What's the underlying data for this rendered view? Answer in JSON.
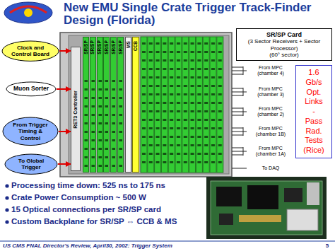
{
  "diagram": {
    "title": "New EMU Single Crate Trigger Track-Finder Design (Florida)",
    "nodes": [
      {
        "text": [
          "Clock and Control Board"
        ]
      },
      {
        "text": [
          "Muon Sorter"
        ]
      },
      {
        "text": [
          "From Trigger Timing & Control"
        ]
      },
      {
        "text": [
          "To Global Trigger"
        ]
      },
      {
        "text": [
          "RET3 Controller"
        ]
      },
      {
        "text": [
          "SR/SP"
        ]
      },
      {
        "text": [
          "SR/SP"
        ]
      },
      {
        "text": [
          "SR/SP"
        ]
      },
      {
        "text": [
          "SR/SP"
        ]
      },
      {
        "text": [
          "SR/SP"
        ]
      },
      {
        "text": [
          "SR/SP"
        ]
      },
      {
        "text": [
          "MS"
        ]
      },
      {
        "text": [
          "CCB"
        ]
      },
      {
        "text": [
          "SR/SP Card",
          "(3 Sector Receivers + Sector Processor)",
          "(60° sector)"
        ]
      },
      {
        "text": [
          "1.6 Gb/s Opt. Links - Pass Rad. Tests (Rice)"
        ]
      }
    ],
    "edges": [
      {
        "from": 0,
        "to": 4,
        "arrow": "to"
      },
      {
        "from": 1,
        "to": 4,
        "arrow": "to"
      },
      {
        "from": 2,
        "to": 4,
        "arrow": "to"
      },
      {
        "from": 3,
        "to": 4,
        "arrow": "to"
      }
    ],
    "labels": [
      "From MPC (chamber 4)",
      "From MPC (chamber 3)",
      "From MPC (chamber 2)",
      "From MPC (chamber 1B)",
      "From MPC (chamber 1A)",
      "To DAQ",
      "Processing time down: 525 ns to 175 ns",
      "Crate Power Consumption ~ 500 W",
      "15 Optical connections per SR/SP card",
      "Custom Backplane for SR/SP ⇔ CCB & MS",
      "US CMS FNAL Director's Review, April30, 2002: Trigger System",
      "5"
    ]
  }
}
